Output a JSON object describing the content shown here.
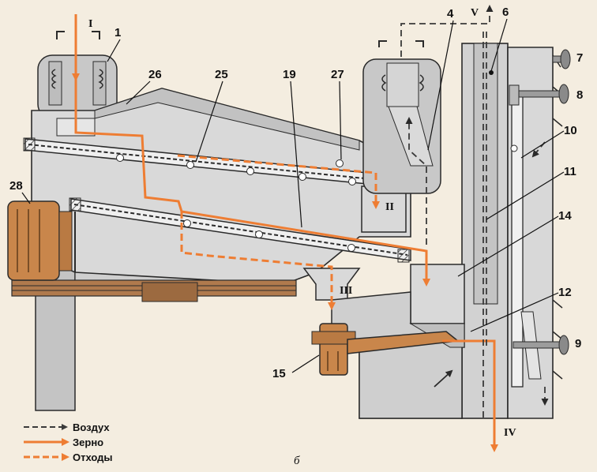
{
  "diagram": {
    "caption": "б",
    "colors": {
      "body_fill": "#dcdcdc",
      "body_dark": "#b9b9b9",
      "outline": "#2a2a2a",
      "grain": "#ee7d33",
      "motor": "#c9864b",
      "air": "#3a3a3a",
      "background": "#f4ede0"
    },
    "part_numbers": [
      "1",
      "26",
      "25",
      "19",
      "27",
      "4",
      "6",
      "7",
      "8",
      "10",
      "11",
      "14",
      "12",
      "9",
      "15",
      "28"
    ],
    "flow_labels": [
      "I",
      "II",
      "III",
      "IV",
      "V"
    ],
    "legend": [
      {
        "label": "Воздух",
        "style": "air"
      },
      {
        "label": "Зерно",
        "style": "grain"
      },
      {
        "label": "Отходы",
        "style": "waste"
      }
    ]
  }
}
